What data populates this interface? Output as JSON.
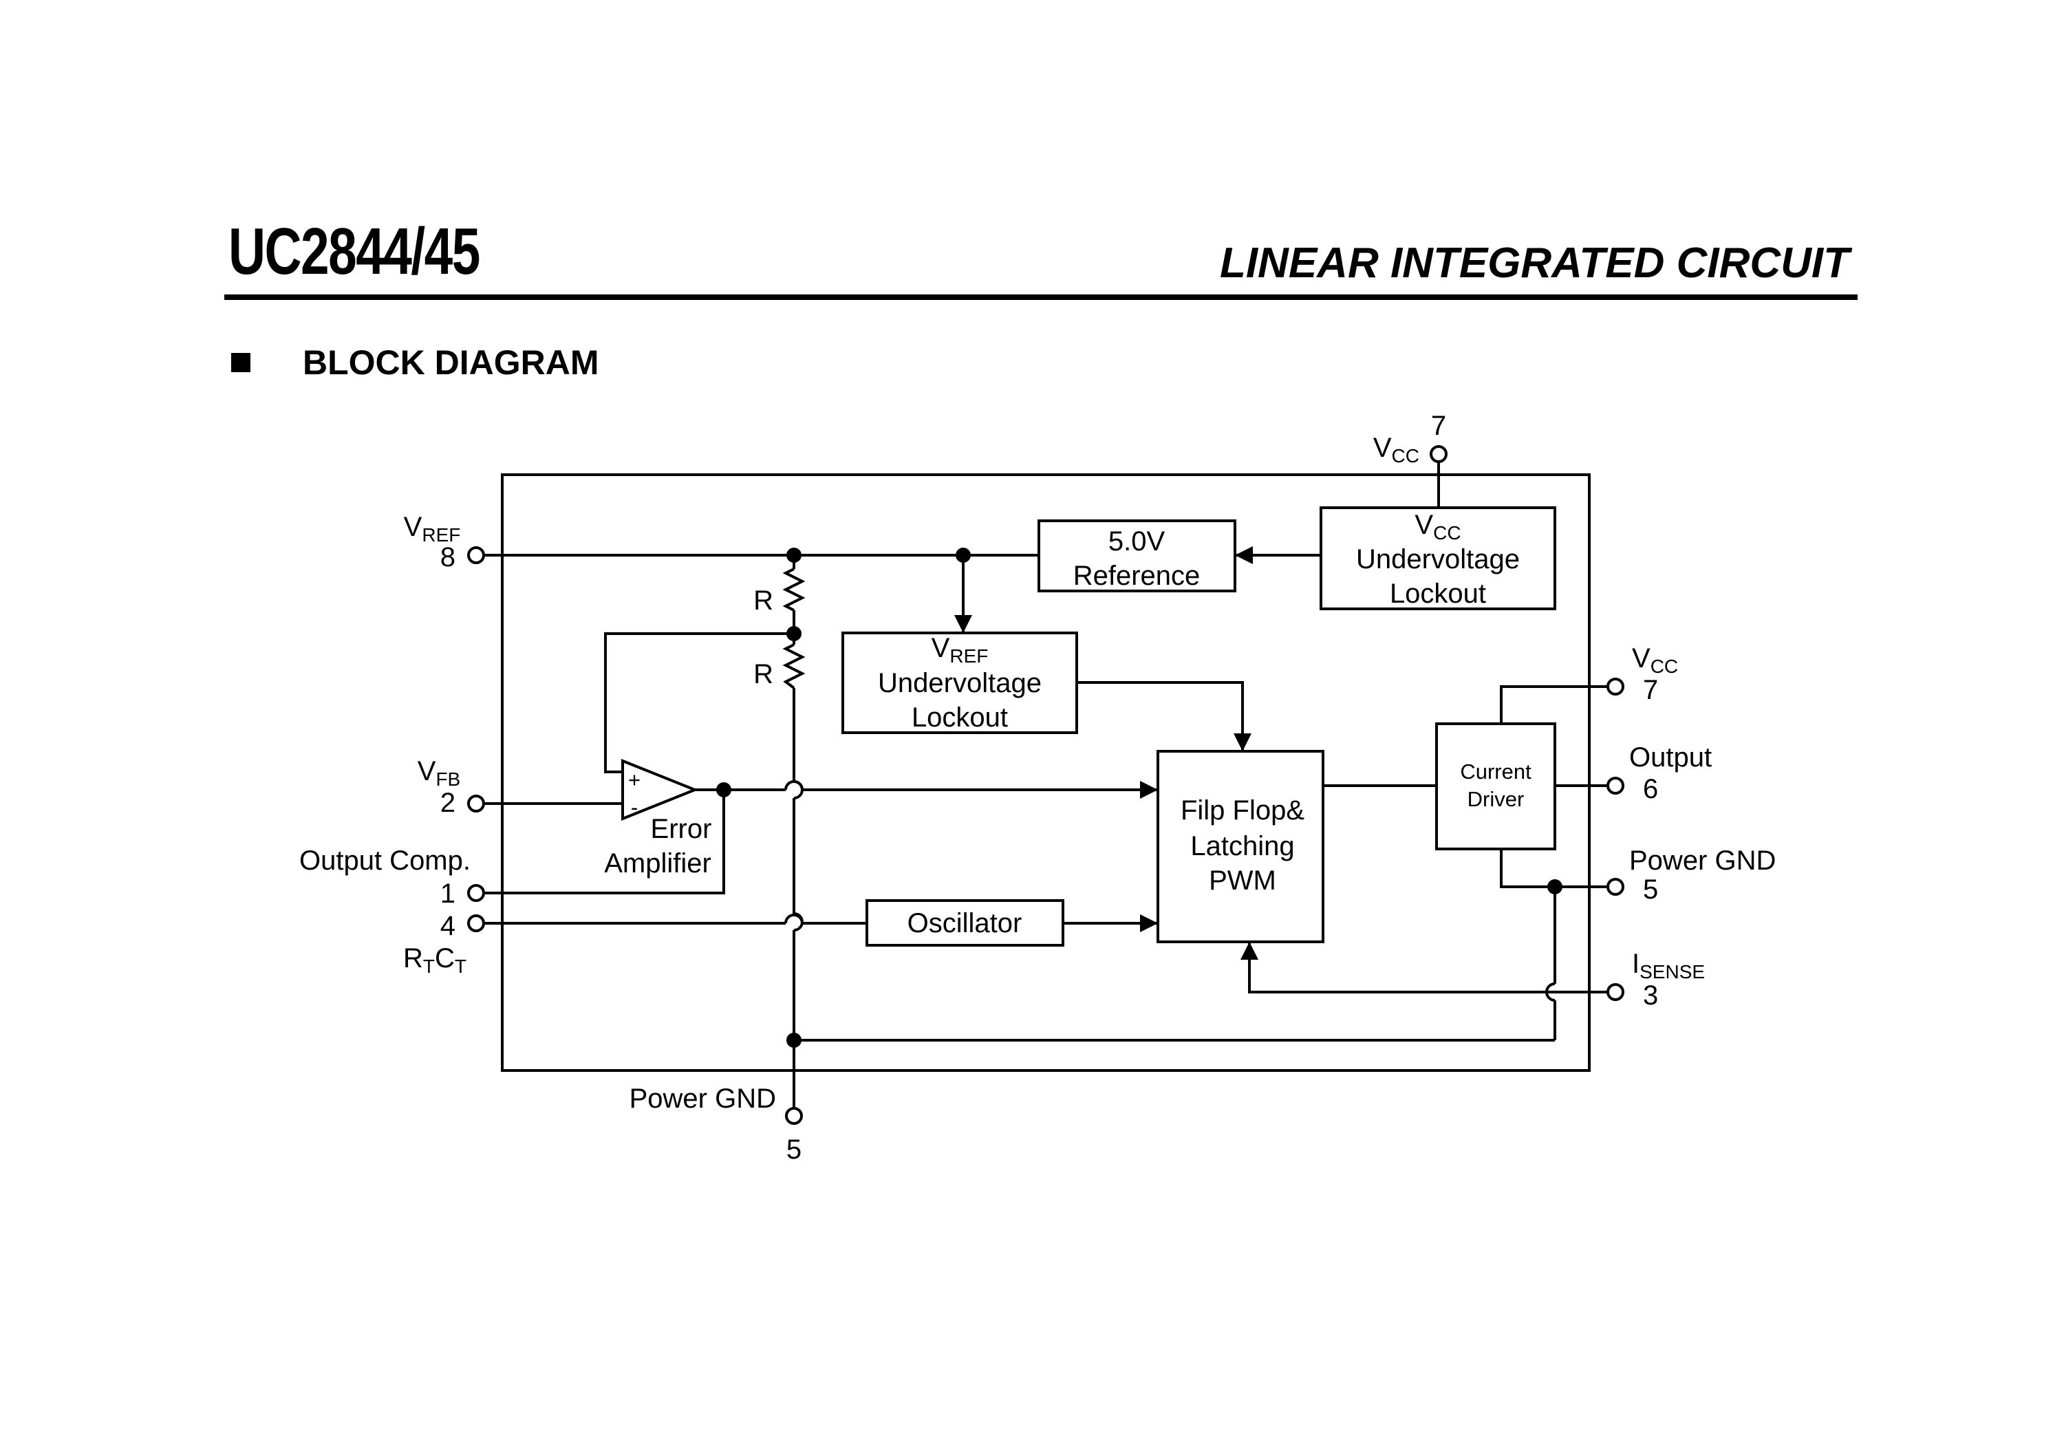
{
  "header": {
    "part_number": "UC2844/45",
    "doc_type": "LINEAR INTEGRATED CIRCUIT"
  },
  "section": {
    "bullet_icon": "square-bullet-icon",
    "title": "BLOCK DIAGRAM"
  },
  "diagram": {
    "blocks": {
      "ref_5v": [
        "5.0V",
        "Reference"
      ],
      "vcc_uvlo": {
        "v": "V",
        "sub": "CC",
        "lines": [
          "Undervoltage",
          "Lockout"
        ]
      },
      "vref_uvlo": {
        "v": "V",
        "sub": "REF",
        "lines": [
          "Undervoltage",
          "Lockout"
        ]
      },
      "flipflop": [
        "Filp Flop&",
        "Latching",
        "PWM"
      ],
      "current_driver": [
        "Current",
        "Driver"
      ],
      "oscillator": "Oscillator",
      "error_amp": [
        "Error",
        "Amplifier"
      ],
      "opamp_plus": "+",
      "opamp_minus": "-"
    },
    "resistors": [
      "R",
      "R"
    ],
    "pins": {
      "vcc_top": {
        "num": "7",
        "v": "V",
        "sub": "CC"
      },
      "vref": {
        "num": "8",
        "v": "V",
        "sub": "REF"
      },
      "vfb": {
        "num": "2",
        "v": "V",
        "sub": "FB"
      },
      "comp": {
        "num": "1",
        "label": "Output Comp."
      },
      "rtct": {
        "num": "4",
        "r": "R",
        "rsub": "T",
        "c": "C",
        "csub": "T"
      },
      "vcc_right": {
        "num": "7",
        "v": "V",
        "sub": "CC"
      },
      "output": {
        "num": "6",
        "label": "Output"
      },
      "pgnd_right": {
        "num": "5",
        "label": "Power GND"
      },
      "isense": {
        "num": "3",
        "v": "I",
        "sub": "SENSE"
      },
      "pgnd_bottom": {
        "num": "5",
        "label": "Power GND"
      }
    }
  }
}
